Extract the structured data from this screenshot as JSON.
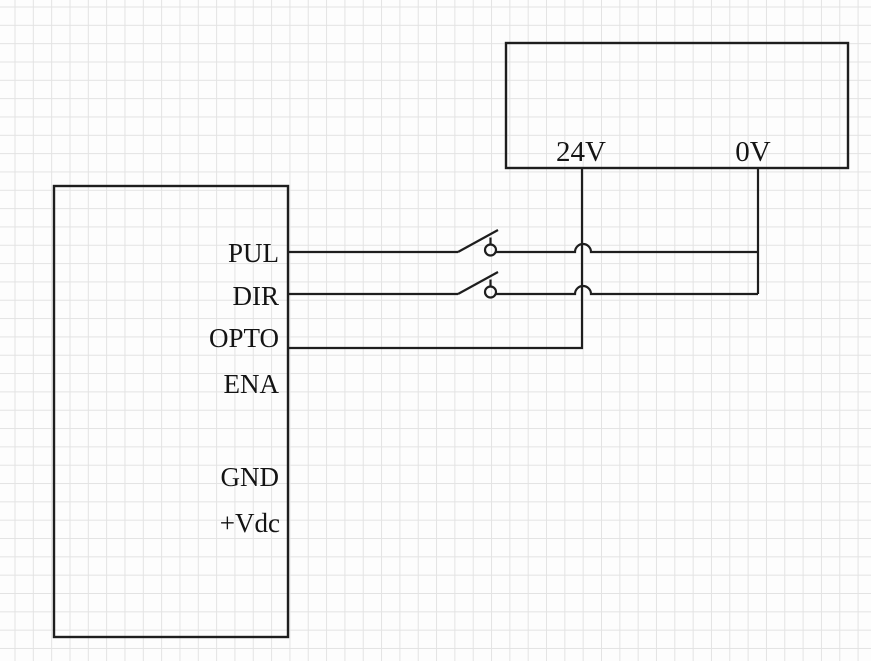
{
  "diagram_title": "stepper-driver-wiring-diagram",
  "driver": {
    "pins": {
      "pul": "PUL",
      "dir": "DIR",
      "opto": "OPTO",
      "ena": "ENA",
      "gnd": "GND",
      "vdc": "+Vdc"
    }
  },
  "power_supply": {
    "terminals": {
      "v24": "24V",
      "v0": "0V"
    }
  },
  "connections": [
    {
      "from": "PUL",
      "through": "normally-open switch",
      "to": "0V",
      "note": "hops over 24V line"
    },
    {
      "from": "DIR",
      "through": "normally-open switch",
      "to": "0V",
      "note": "hops over 24V line"
    },
    {
      "from": "OPTO",
      "through": "direct wire",
      "to": "24V",
      "note": ""
    }
  ],
  "colors": {
    "line": "#1e1e1e",
    "text": "#141414",
    "grid_line": "#e3e3e3",
    "background": "#fdfdfd"
  }
}
